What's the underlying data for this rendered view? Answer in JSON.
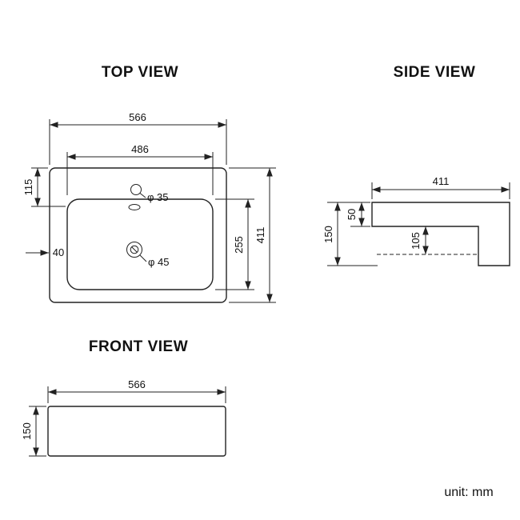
{
  "titles": {
    "top_view": "TOP VIEW",
    "side_view": "SIDE VIEW",
    "front_view": "FRONT VIEW"
  },
  "unit_note": "unit: mm",
  "colors": {
    "line": "#222222",
    "text": "#111111",
    "background": "#ffffff"
  },
  "top_view": {
    "width_outer": "566",
    "width_inner": "486",
    "rim_top": "115",
    "rim_left": "40",
    "basin_depth": "255",
    "depth_outer": "411",
    "faucet_hole": "φ 35",
    "drain_hole": "φ 45"
  },
  "side_view": {
    "depth": "411",
    "rim_thickness": "50",
    "height": "150",
    "bowl_depth": "105"
  },
  "front_view": {
    "width": "566",
    "height": "150"
  }
}
